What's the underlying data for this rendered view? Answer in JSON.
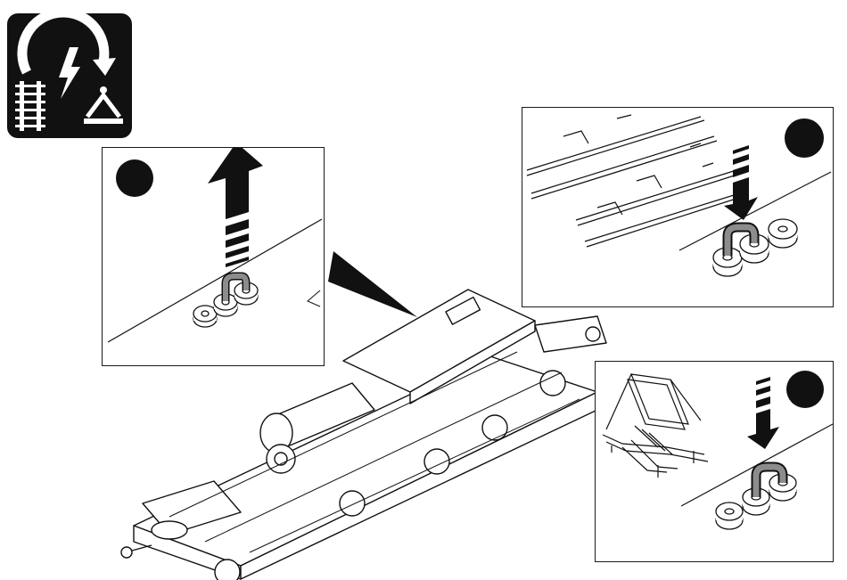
{
  "document": {
    "icon": "power-switch-track-pantograph-icon",
    "panels": [
      {
        "id": "panel-1",
        "badge": "step-badge",
        "arrow": "arrow-up-icon",
        "part": "jumper-plug"
      },
      {
        "id": "panel-2",
        "badge": "step-badge",
        "arrow": "arrow-down-icon",
        "part": "jumper-plug",
        "context": "track"
      },
      {
        "id": "panel-3",
        "badge": "step-badge",
        "arrow": "arrow-down-icon",
        "part": "jumper-plug",
        "context": "pantograph"
      }
    ],
    "colors": {
      "ink": "#111111",
      "plug": "#8c8c8c",
      "paper": "#ffffff"
    }
  }
}
